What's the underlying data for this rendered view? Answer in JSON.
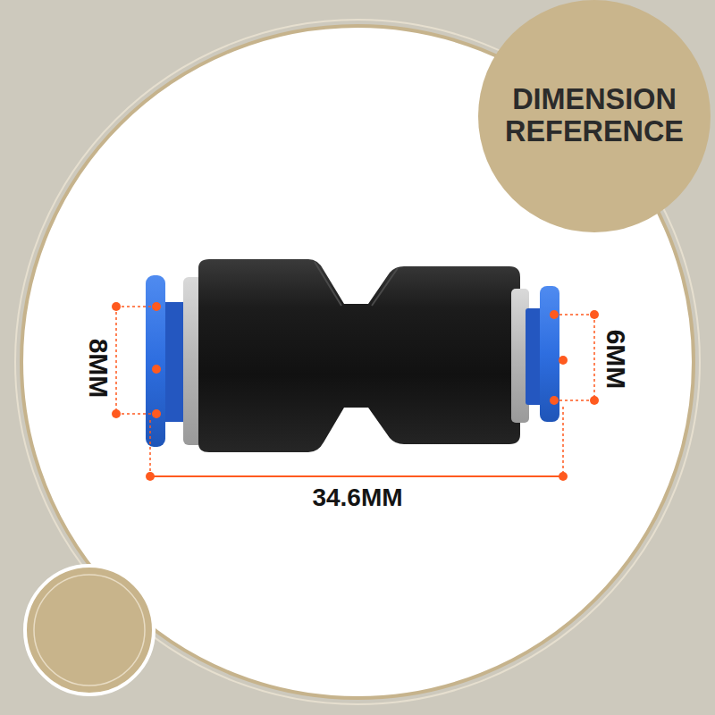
{
  "diagram": {
    "nodes": [
      {
        "text": [
          "DIMENSION REFERENCE"
        ]
      }
    ],
    "labels": [
      "8MM",
      "6MM",
      "34.6MM"
    ]
  }
}
